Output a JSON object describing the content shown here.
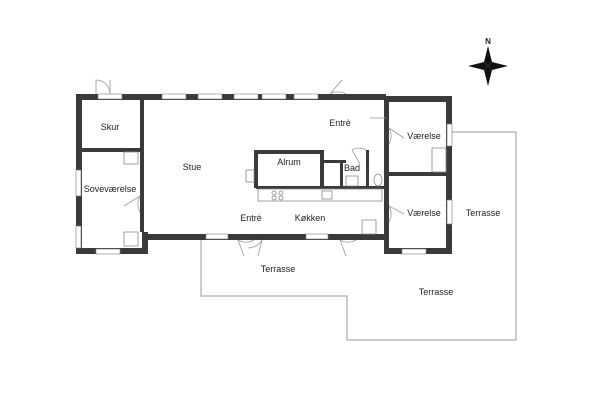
{
  "rooms": {
    "skur": "Skur",
    "sovevaerelse": "Soveværelse",
    "stue": "Stue",
    "alrum": "Alrum",
    "entre_top": "Entrè",
    "bad": "Bad",
    "vaerelse_top": "Værelse",
    "vaerelse_bottom": "Værelse",
    "entre_bottom": "Entrè",
    "kokken": "Køkken",
    "terrasse_right": "Terrasse",
    "terrasse_front": "Terrasse",
    "terrasse_bottom": "Terrasse"
  },
  "compass": {
    "north": "N"
  },
  "colors": {
    "wall": "#3a3a3a",
    "line": "#9a9a9a"
  }
}
